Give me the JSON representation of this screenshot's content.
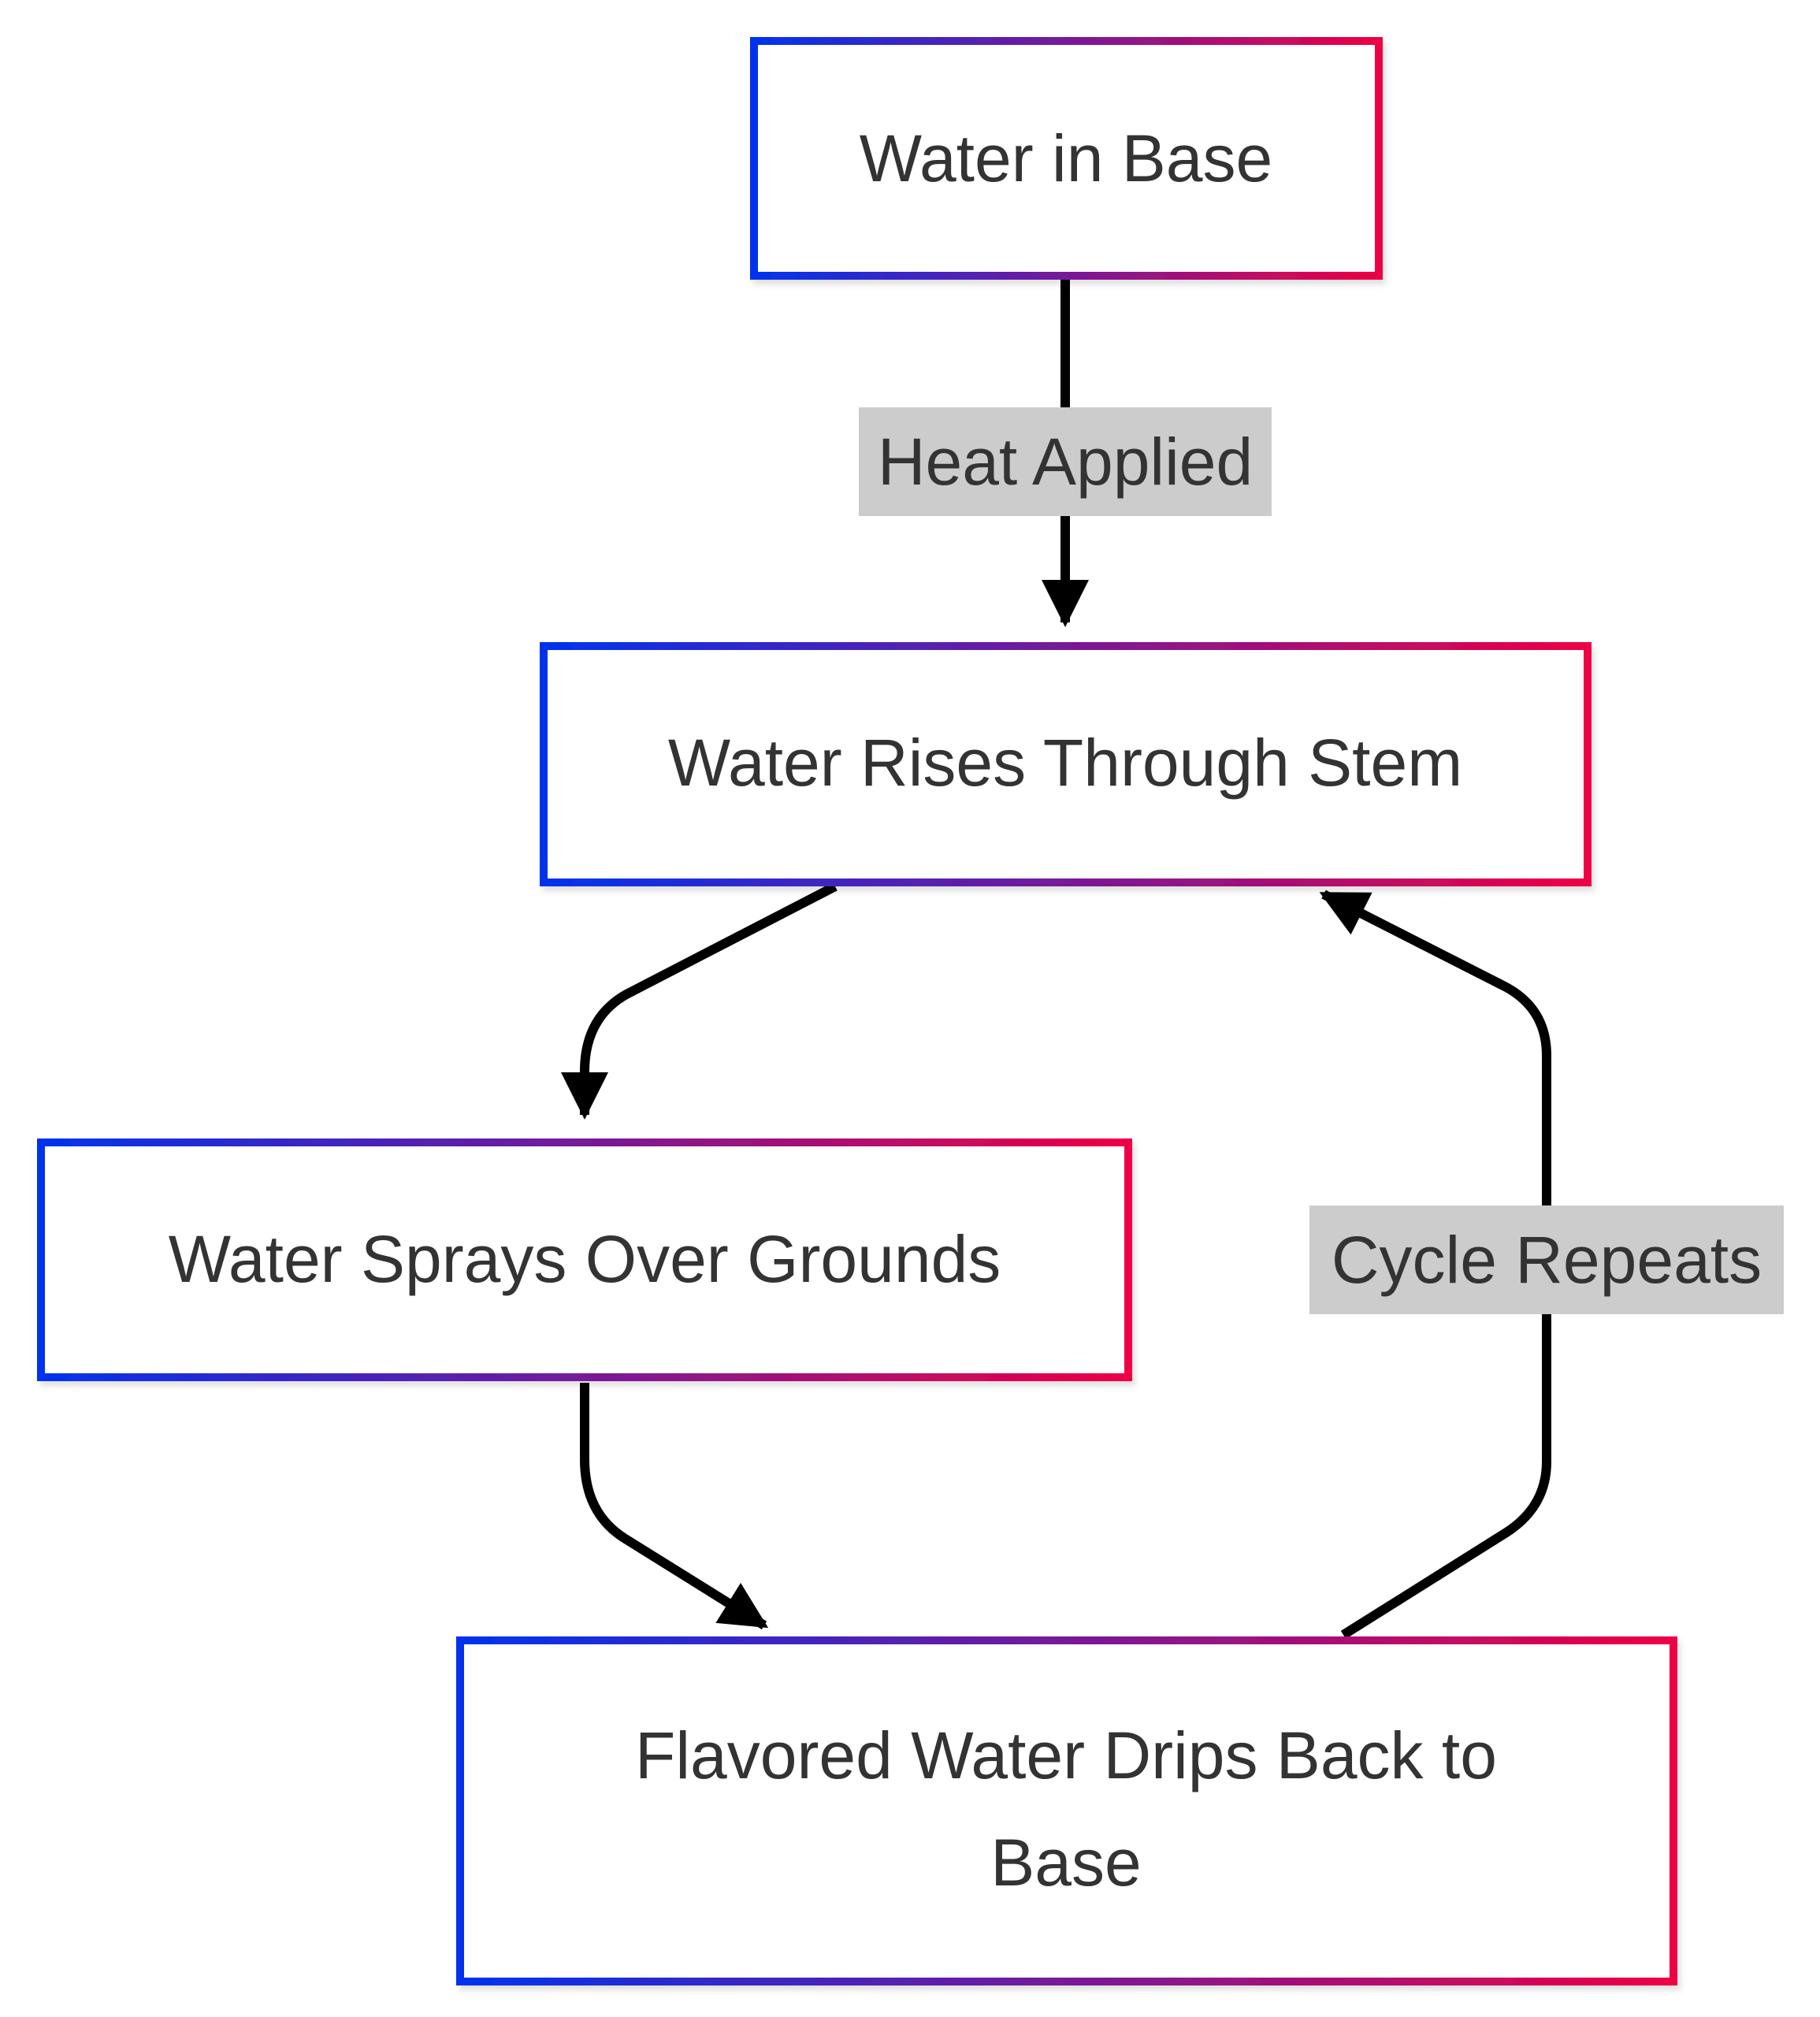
{
  "colors": {
    "gradient_start": "#0033ee",
    "gradient_end": "#ee0044",
    "node_fill": "#ffffff",
    "edge_stroke": "#000000",
    "text": "#333333",
    "edge_label_bg": "#cccccc"
  },
  "nodes": {
    "water_in_base": {
      "label": "Water in Base"
    },
    "water_rises": {
      "label": "Water Rises Through Stem"
    },
    "water_sprays": {
      "label": "Water Sprays Over Grounds"
    },
    "flavored_drips": {
      "line1": "Flavored Water Drips Back to",
      "line2": "Base"
    }
  },
  "edges": {
    "heat_applied": {
      "label": "Heat Applied"
    },
    "cycle_repeats": {
      "label": "Cycle Repeats"
    }
  }
}
